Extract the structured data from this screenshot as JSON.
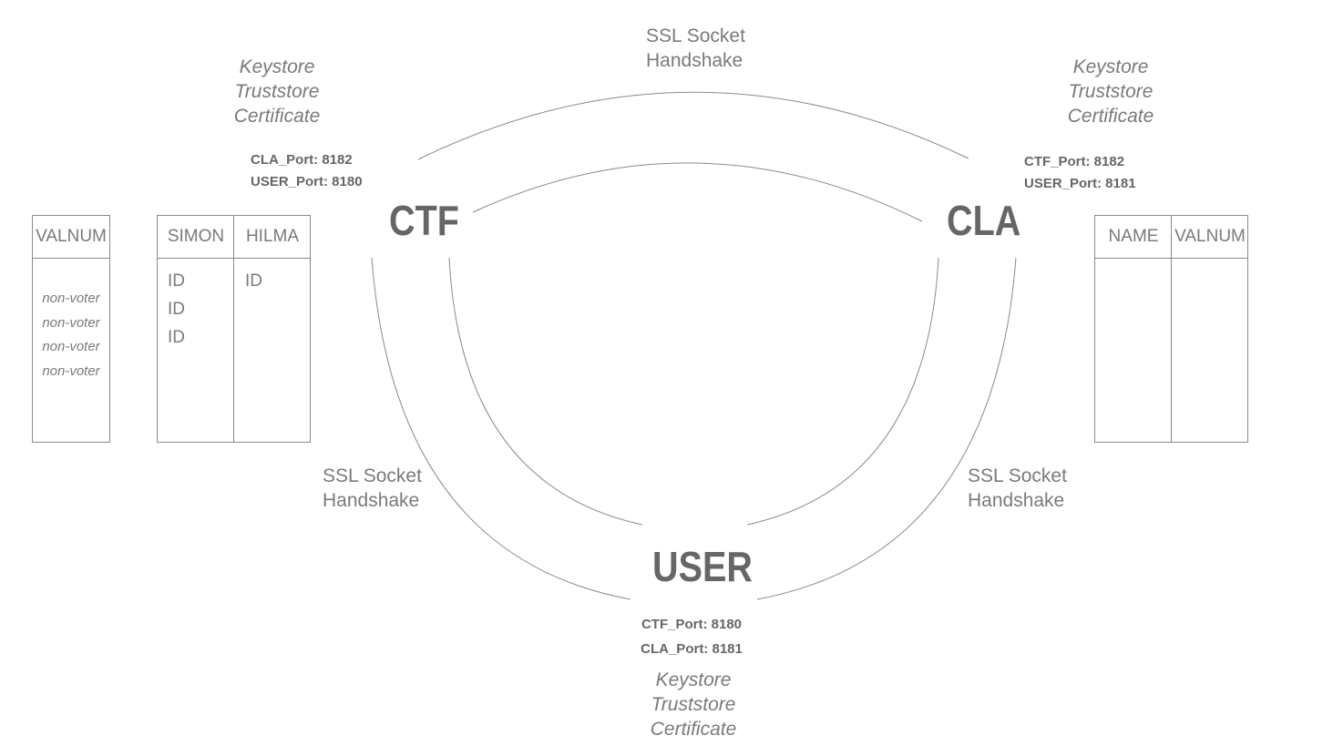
{
  "nodes": {
    "ctf": "CTF",
    "cla": "CLA",
    "user": "USER"
  },
  "handshakes": {
    "top": [
      "SSL Socket",
      "Handshake"
    ],
    "left": [
      "SSL Socket",
      "Handshake"
    ],
    "right": [
      "SSL Socket",
      "Handshake"
    ]
  },
  "stores": {
    "ctf": [
      "Keystore",
      "Truststore",
      "Certificate"
    ],
    "cla": [
      "Keystore",
      "Truststore",
      "Certificate"
    ],
    "user": [
      "Keystore",
      "Truststore",
      "Certificate"
    ]
  },
  "ports": {
    "ctf": [
      "CLA_Port: 8182",
      "USER_Port: 8180"
    ],
    "cla": [
      "CTF_Port: 8182",
      "USER_Port: 8181"
    ],
    "user": [
      "CTF_Port: 8180",
      "CLA_Port: 8181"
    ]
  },
  "tables": {
    "valnum_left": {
      "header": "VALNUM",
      "rows": [
        "non-voter",
        "non-voter",
        "non-voter",
        "non-voter"
      ]
    },
    "voters": {
      "columns": [
        "SIMON",
        "HILMA"
      ],
      "simon_rows": [
        "ID",
        "ID",
        "ID"
      ],
      "hilma_rows": [
        "ID"
      ]
    },
    "cla_table": {
      "columns": [
        "NAME",
        "VALNUM"
      ]
    }
  },
  "colors": {
    "line": "#8a8a8a",
    "node_text": "#666666",
    "label_text": "#7a7a7a"
  }
}
